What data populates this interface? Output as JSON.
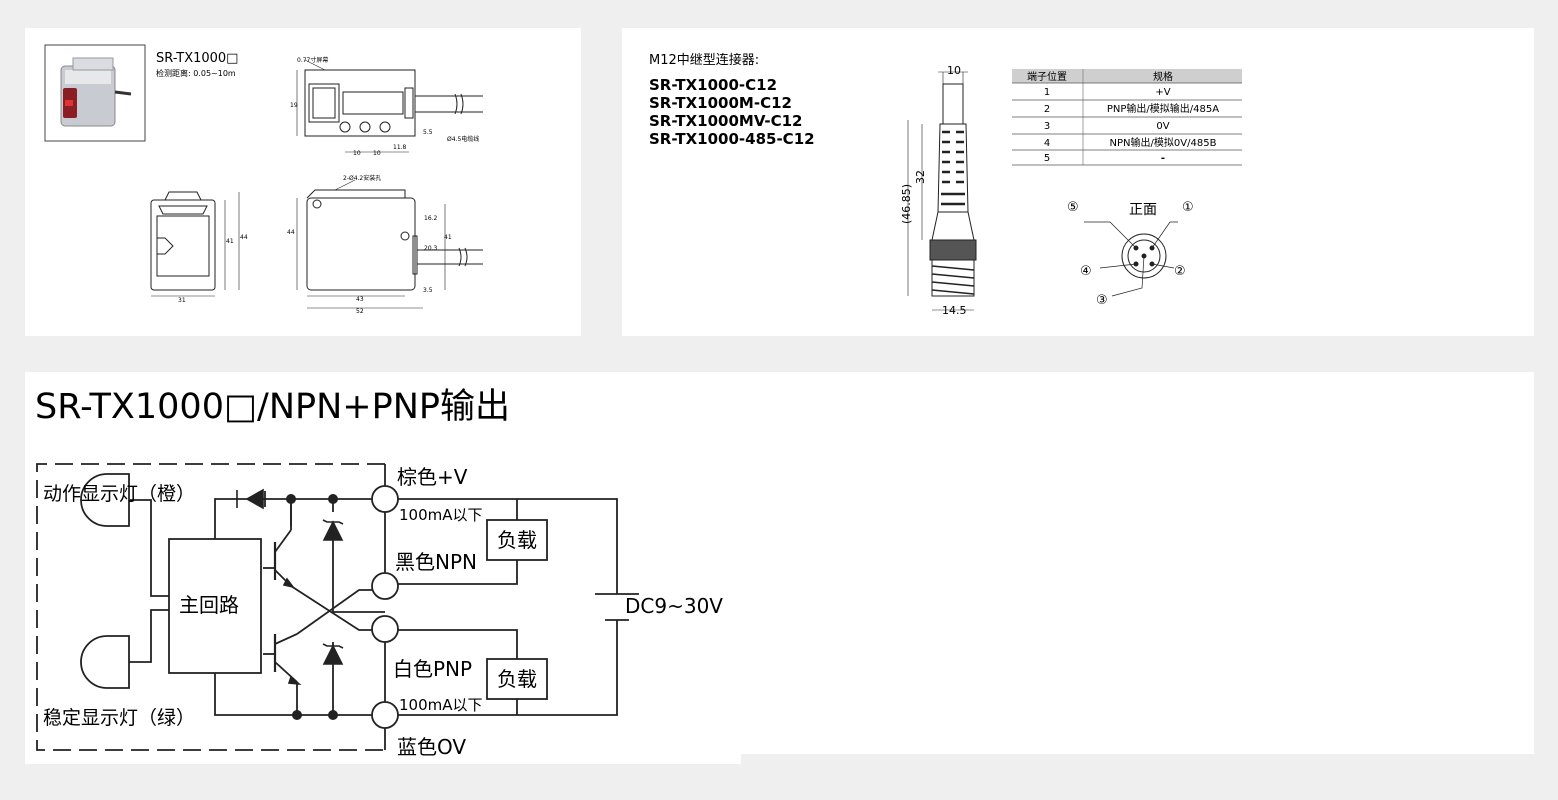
{
  "top_left": {
    "product_name": "SR-TX1000□",
    "detect_range": "检测距离: 0.05~10m",
    "dim_labels": {
      "screen": "0.77寸屏幕",
      "h19": "19",
      "d10a": "10",
      "d10b": "10",
      "d11_8": "11.8",
      "d5_5": "5.5",
      "cable": "Ø4.5电缆线",
      "side41": "41",
      "side44": "44",
      "side31": "31",
      "holes": "2-Ø4.2安装孔",
      "front44": "44",
      "d16_2": "16.2",
      "d20_3": "20.3",
      "front41": "41",
      "d43": "43",
      "d3_5": "3.5",
      "d52": "52"
    }
  },
  "top_right": {
    "connector_title": "M12中继型连接器:",
    "models": [
      "SR-TX1000-C12",
      "SR-TX1000M-C12",
      "SR-TX1000MV-C12",
      "SR-TX1000-485-C12"
    ],
    "dims": {
      "w10": "10",
      "h32": "32",
      "h46": "(46.85)",
      "w14": "14.5"
    },
    "table": {
      "headers": [
        "端子位置",
        "规格"
      ],
      "rows": [
        [
          "1",
          "+V"
        ],
        [
          "2",
          "PNP输出/模拟输出/485A"
        ],
        [
          "3",
          "0V"
        ],
        [
          "4",
          "NPN输出/模拟0V/485B"
        ],
        [
          "5",
          "-"
        ]
      ]
    },
    "pin_view": {
      "front": "正面",
      "pins": [
        "⑤",
        "①",
        "④",
        "②",
        "③"
      ]
    }
  },
  "circuit": {
    "title": "SR-TX1000□/NPN+PNP输出",
    "action_led": "动作显示灯（橙）",
    "stable_led": "稳定显示灯（绿）",
    "main_circuit": "主回路",
    "brown": "棕色+V",
    "current_top": "100mA以下",
    "black": "黑色NPN",
    "load_top": "负载",
    "white": "白色PNP",
    "load_bottom": "负载",
    "current_bottom": "100mA以下",
    "blue": "蓝色OV",
    "supply": "DC9~30V"
  }
}
